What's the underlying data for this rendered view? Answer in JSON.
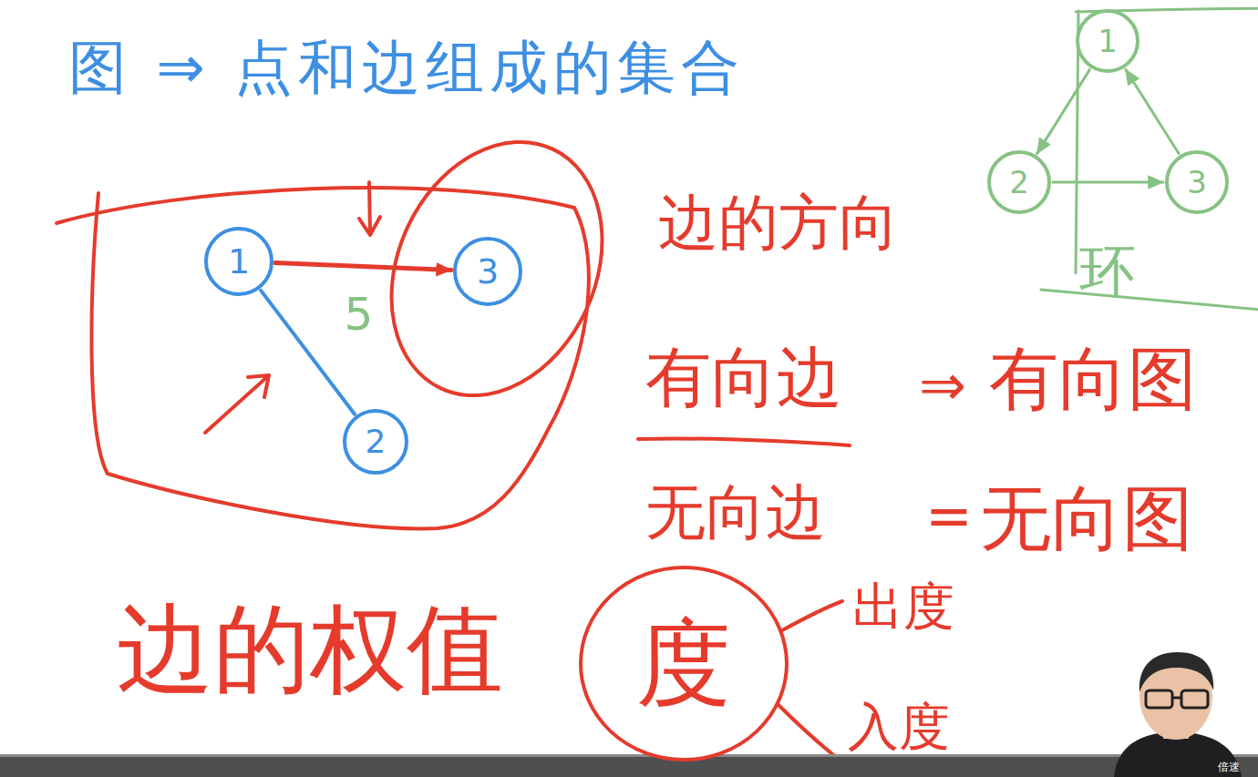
{
  "diagram": {
    "title": "图 ⇒ 点和边组成的集合",
    "nodes": [
      {
        "text": [
          "1"
        ]
      },
      {
        "text": [
          "3"
        ]
      },
      {
        "text": [
          "2"
        ]
      },
      {
        "text": [
          "环"
        ]
      },
      {
        "text": [
          "1"
        ],
        "in": 3
      },
      {
        "text": [
          "2"
        ],
        "in": 3
      },
      {
        "text": [
          "3"
        ],
        "in": 3
      },
      {
        "text": [
          "度"
        ]
      }
    ],
    "edges": [
      {
        "from": 0,
        "to": 1,
        "arrow": "to",
        "label": "5"
      },
      {
        "from": 0,
        "to": 2,
        "arrow": "none"
      },
      {
        "from": 4,
        "to": 5,
        "arrow": "to"
      },
      {
        "from": 5,
        "to": 6,
        "arrow": "to"
      },
      {
        "from": 6,
        "to": 4,
        "arrow": "to"
      }
    ],
    "labels": [
      "边的方向",
      "有向边",
      "⇒",
      "有向图",
      "无向边",
      "=",
      "无向图",
      "边的权值",
      "出度",
      "入度",
      "倍速"
    ]
  }
}
